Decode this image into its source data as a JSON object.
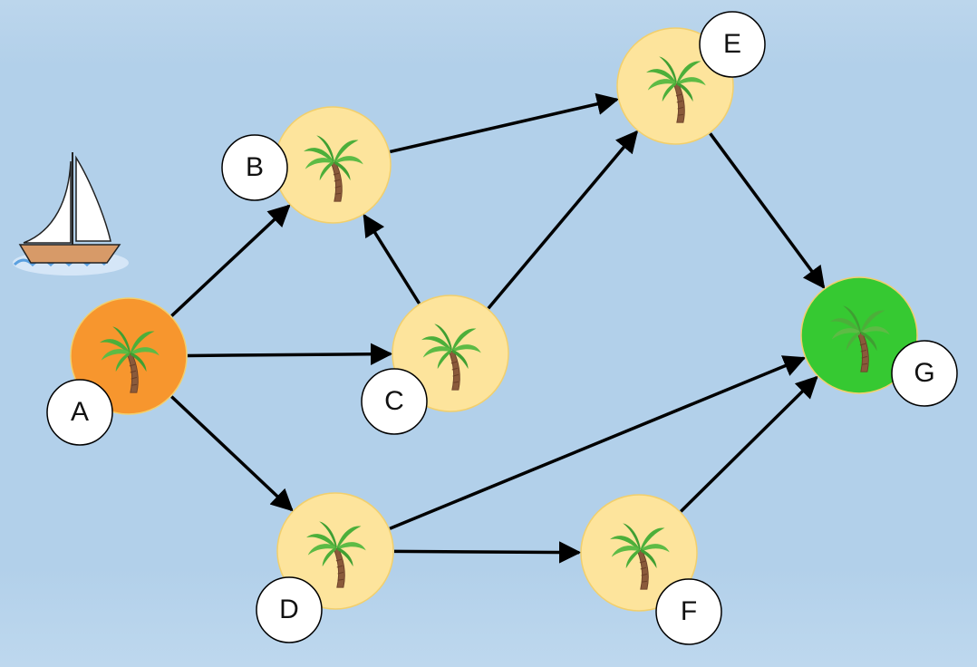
{
  "diagram": {
    "type": "directed-graph",
    "theme": {
      "island_color": "#fde49c",
      "start_color": "#f7962e",
      "goal_color": "#36c932",
      "edge_color": "#000000"
    },
    "decoration": {
      "boat": "sailboat-icon",
      "island_icon": "palm-tree-icon"
    },
    "nodes": [
      {
        "id": "A",
        "label": "A",
        "role": "start"
      },
      {
        "id": "B",
        "label": "B",
        "role": "island"
      },
      {
        "id": "C",
        "label": "C",
        "role": "island"
      },
      {
        "id": "D",
        "label": "D",
        "role": "island"
      },
      {
        "id": "E",
        "label": "E",
        "role": "island"
      },
      {
        "id": "F",
        "label": "F",
        "role": "island"
      },
      {
        "id": "G",
        "label": "G",
        "role": "goal"
      }
    ],
    "edges": [
      {
        "from": "A",
        "to": "B"
      },
      {
        "from": "A",
        "to": "C"
      },
      {
        "from": "A",
        "to": "D"
      },
      {
        "from": "C",
        "to": "B"
      },
      {
        "from": "B",
        "to": "E"
      },
      {
        "from": "C",
        "to": "E"
      },
      {
        "from": "E",
        "to": "G"
      },
      {
        "from": "D",
        "to": "G"
      },
      {
        "from": "D",
        "to": "F"
      },
      {
        "from": "F",
        "to": "G"
      }
    ]
  }
}
